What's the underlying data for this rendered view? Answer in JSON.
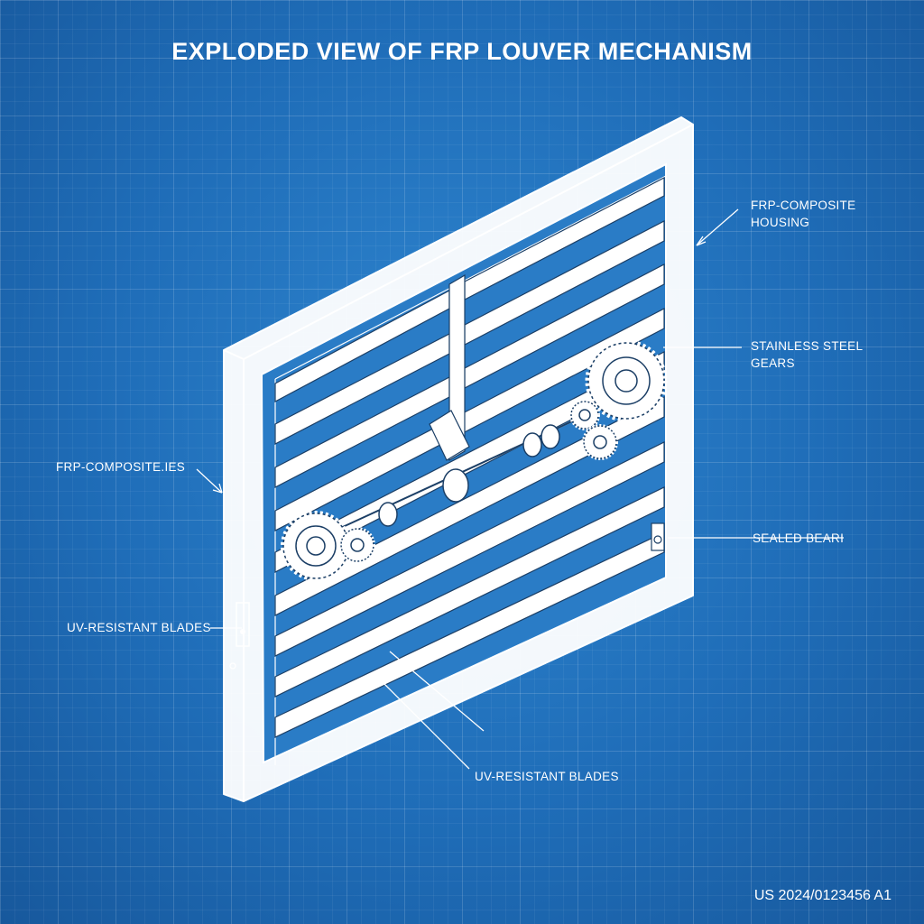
{
  "title": "EXPLODED VIEW OF FRP LOUVER MECHANISM",
  "labels": {
    "housing_line1": "FRP-COMPOSITE",
    "housing_line2": "HOUSING",
    "gears_line1": "STAINLESS STEEL",
    "gears_line2": "GEARS",
    "composite_left": "FRP-COMPOSITE.IES",
    "sealed": "SEALED BEARI",
    "blades_left": "UV-RESISTANT BLADES",
    "blades_bottom": "UV-RESISTANT BLADES"
  },
  "patent_number": "US 2024/0123456 A1",
  "colors": {
    "background": "#1f6db8",
    "lines": "#ffffff"
  }
}
